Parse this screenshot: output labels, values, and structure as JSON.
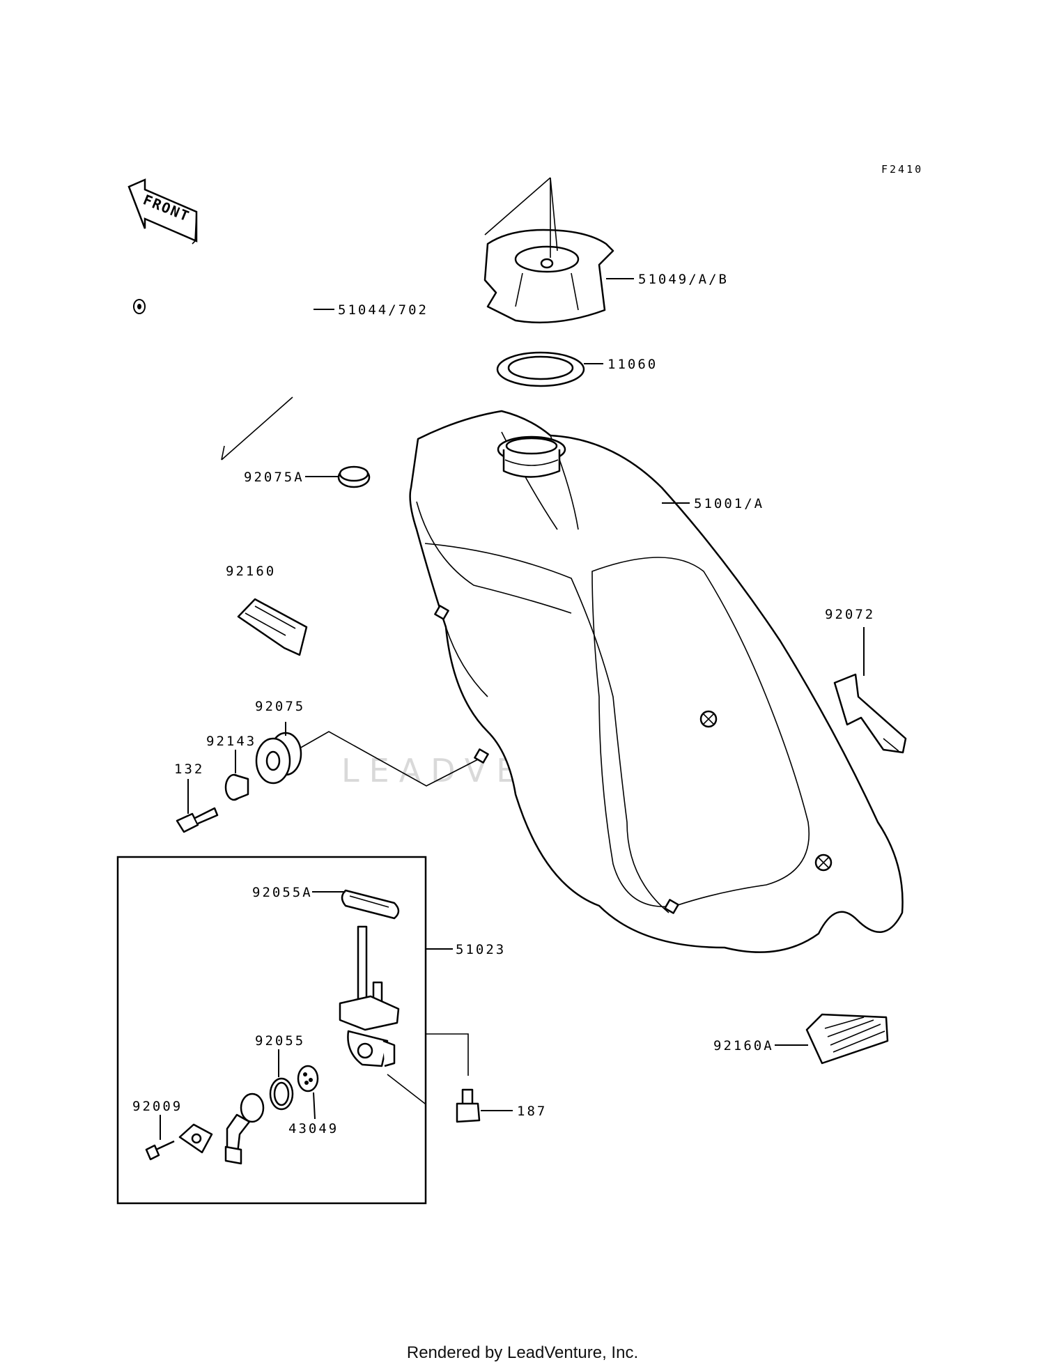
{
  "figure_code": "F2410",
  "front_label": "FRONT",
  "watermark": "LEADVENTURE",
  "footer": "Rendered by LeadVenture, Inc.",
  "parts": {
    "p51044": "51044/702",
    "p51049": "51049/A/B",
    "p11060": "11060",
    "p92075A": "92075A",
    "p51001": "51001/A",
    "p92160": "92160",
    "p92072": "92072",
    "p92075": "92075",
    "p92143": "92143",
    "p132": "132",
    "p92055A": "92055A",
    "p51023": "51023",
    "p92055": "92055",
    "p92009": "92009",
    "p43049": "43049",
    "p187": "187",
    "p92160A": "92160A"
  }
}
